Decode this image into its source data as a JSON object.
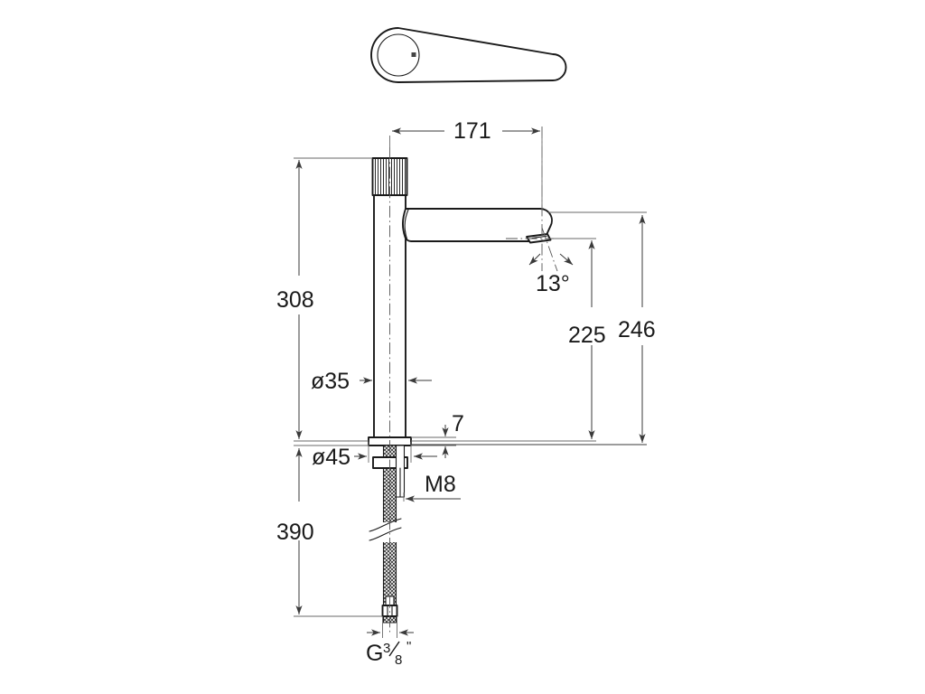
{
  "drawing": {
    "title": "Faucet dimensional drawing",
    "units": "mm",
    "background_color": "#ffffff",
    "line_color": "#1a1a1a",
    "dimension_color": "#3a3a3a"
  },
  "dimensions": {
    "spout_reach": "171",
    "total_height": "308",
    "spout_height": "225",
    "spout_top_height": "246",
    "column_diameter": "ø35",
    "base_diameter": "ø45",
    "base_thickness": "7",
    "stud_thread": "M8",
    "hose_length": "390",
    "outlet_angle": "13°",
    "hose_thread_letter": "G",
    "hose_thread_numerator": "3",
    "hose_thread_denominator": "8",
    "hose_thread_unit": "\""
  },
  "parts": {
    "lever_handle": "lever-handle-top-view",
    "knurled_cap": "knurled-cap",
    "column": "vertical-column",
    "spout": "horizontal-spout",
    "aerator": "angled-aerator-outlet",
    "base_flange": "base-flange",
    "mounting_nut": "mounting-nut",
    "stud": "threaded-stud",
    "braided_hose": "braided-flexible-hose",
    "hose_fitting": "hose-end-fitting",
    "break_symbol": "hose-break-symbol"
  }
}
